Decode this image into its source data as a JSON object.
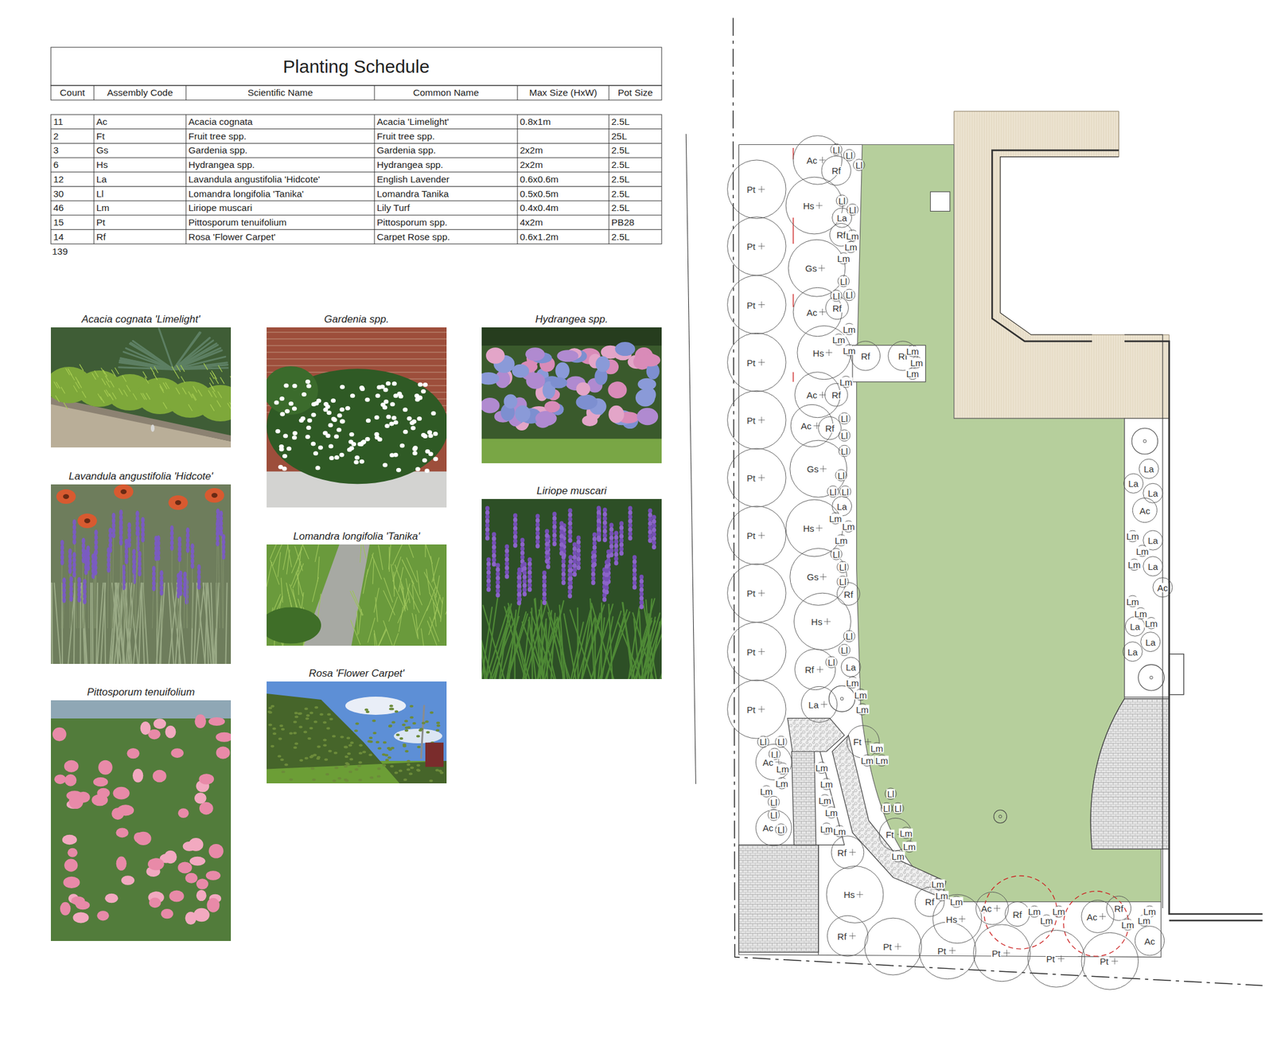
{
  "diagram": {
    "title": "Planting Schedule",
    "nodes": [
      {
        "text": [
          "Acacia cognata 'Limelight'"
        ]
      },
      {
        "text": [
          "Gardenia spp."
        ]
      },
      {
        "text": [
          "Hydrangea spp."
        ]
      },
      {
        "text": [
          "Lavandula angustifolia 'Hidcote'"
        ]
      },
      {
        "text": [
          "Liriope muscari"
        ]
      },
      {
        "text": [
          "Lomandra longifolia 'Tanika'"
        ]
      },
      {
        "text": [
          "Rosa 'Flower Carpet'"
        ]
      },
      {
        "text": [
          "Pittosporum tenuifolium"
        ]
      }
    ],
    "labels": [
      "Count",
      "Assembly Code",
      "Scientific Name",
      "Common Name",
      "Max Size (HxW)",
      "Pot Size",
      "11",
      "Ac",
      "Acacia cognata",
      "Acacia 'Limelight'",
      "0.8x1m",
      "2.5L",
      "2",
      "Ft",
      "Fruit tree spp.",
      "Fruit tree spp.",
      "25L",
      "3",
      "Gs",
      "Gardenia spp.",
      "Gardenia spp.",
      "2x2m",
      "2.5L",
      "6",
      "Hs",
      "Hydrangea spp.",
      "Hydrangea spp.",
      "2x2m",
      "2.5L",
      "12",
      "La",
      "Lavandula angustifolia 'Hidcote'",
      "English Lavender",
      "0.6x0.6m",
      "2.5L",
      "30",
      "Ll",
      "Lomandra longifolia 'Tanika'",
      "Lomandra Tanika",
      "0.5x0.5m",
      "2.5L",
      "46",
      "Lm",
      "Liriope muscari",
      "Lily Turf",
      "0.4x0.4m",
      "2.5L",
      "15",
      "Pt",
      "Pittosporum tenuifolium",
      "Pittosporum spp.",
      "4x2m",
      "PB28",
      "14",
      "Rf",
      "Rosa 'Flower Carpet'",
      "Carpet Rose spp.",
      "0.6x1.2m",
      "2.5L",
      "139",
      "Pt",
      "Pt",
      "Pt",
      "Pt",
      "Pt",
      "Pt",
      "Pt",
      "Pt",
      "Pt",
      "Pt",
      "Ac",
      "Ll",
      "Ll",
      "Ll",
      "Rf",
      "Hs",
      "Ll",
      "Ll",
      "La",
      "Rf",
      "Lm",
      "Lm",
      "Lm",
      "Gs",
      "Ll",
      "Ll",
      "Ll",
      "Ac",
      "Rf",
      "Lm",
      "Lm",
      "Lm",
      "Hs",
      "Rf",
      "Rf",
      "Lm",
      "Lm",
      "Lm",
      "Lm",
      "Ac",
      "Rf",
      "Ll",
      "Ac",
      "Rf",
      "Ll",
      "Ll",
      "Gs",
      "Ll",
      "Ll",
      "Ll",
      "La",
      "Lm",
      "Lm",
      "Hs",
      "Lm",
      "Ll",
      "Ll",
      "Gs",
      "Ll",
      "Rf",
      "Hs",
      "Ll",
      "Ll",
      "Ll",
      "Rf",
      "La",
      "Lm",
      "Lm",
      "Lm",
      "La",
      "Ll",
      "Ll",
      "Ll",
      "Ac",
      "Lm",
      "Lm",
      "Lm",
      "Ll",
      "Ll",
      "Ac",
      "Ll",
      "Ft",
      "Lm",
      "Lm",
      "Lm",
      "Lm",
      "Lm",
      "Lm",
      "Lm",
      "Lm",
      "Lm",
      "Ll",
      "Ll",
      "Ll",
      "Ft",
      "Lm",
      "Lm",
      "Lm",
      "Rf",
      "Hs",
      "Rf",
      "Lm",
      "Lm",
      "Rf",
      "Lm",
      "Hs",
      "Ac",
      "Rf",
      "Lm",
      "Lm",
      "Lm",
      "Ac",
      "Rf",
      "Lm",
      "Lm",
      "Lm",
      "Ac",
      "Pt",
      "Pt",
      "Pt",
      "Pt",
      "Pt",
      "La",
      "La",
      "La",
      "Ac",
      "Lm",
      "La",
      "Lm",
      "Lm",
      "La",
      "Ac",
      "Lm",
      "Lm",
      "La",
      "Lm",
      "La",
      "La"
    ]
  }
}
